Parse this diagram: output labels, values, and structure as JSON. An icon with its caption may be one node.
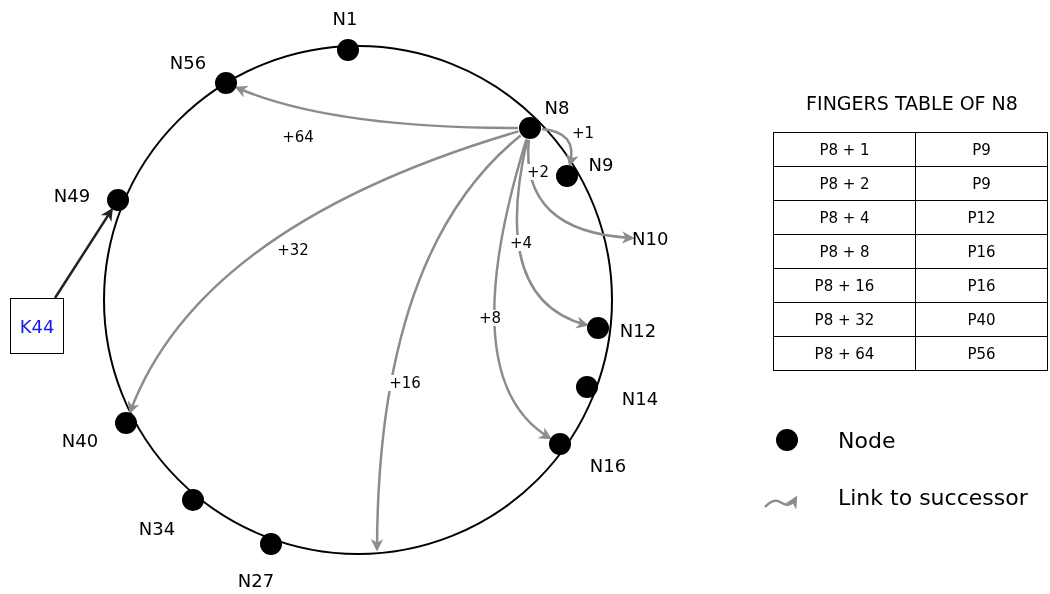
{
  "diagram": {
    "nodes": [
      {
        "text": [],
        "shape": "circle",
        "beside": [
          "N1"
        ]
      },
      {
        "text": [],
        "shape": "circle",
        "beside": [
          "N56"
        ]
      },
      {
        "text": [],
        "shape": "circle",
        "beside": [
          "N8"
        ]
      },
      {
        "text": [],
        "shape": "circle",
        "beside": [
          "N9"
        ]
      },
      {
        "text": [
          "N10"
        ]
      },
      {
        "text": [],
        "shape": "circle",
        "beside": [
          "N49"
        ]
      },
      {
        "text": [
          "K44"
        ]
      },
      {
        "text": [],
        "shape": "circle",
        "beside": [
          "N12"
        ]
      },
      {
        "text": [],
        "shape": "circle",
        "beside": [
          "N14"
        ]
      },
      {
        "text": [],
        "shape": "circle",
        "beside": [
          "N40"
        ]
      },
      {
        "text": [],
        "shape": "circle",
        "beside": [
          "N16"
        ]
      },
      {
        "text": [],
        "shape": "circle",
        "beside": [
          "N34"
        ]
      },
      {
        "text": [],
        "shape": "circle",
        "beside": [
          "N27"
        ]
      }
    ],
    "edges": [
      {
        "from": 2,
        "to": 1,
        "arrow": "to",
        "label": "+64"
      },
      {
        "from": 2,
        "to": 3,
        "arrow": "to",
        "label": "+1"
      },
      {
        "from": 2,
        "to": 4,
        "arrow": "to",
        "label": "+2"
      },
      {
        "from": 2,
        "to": 7,
        "arrow": "to",
        "label": "+4"
      },
      {
        "from": 2,
        "to": 10,
        "arrow": "to",
        "label": "+8"
      },
      {
        "from": 2,
        "to": null,
        "arrow": "to",
        "label": "+16"
      },
      {
        "from": 2,
        "to": 9,
        "arrow": "to",
        "label": "+32"
      },
      {
        "from": 6,
        "to": 5,
        "arrow": "to",
        "color": "#222222"
      }
    ],
    "labels": [
      "FINGERS TABLE OF N8",
      "P8 + 1",
      "P9",
      "P8 + 2",
      "P9",
      "P8 + 4",
      "P12",
      "P8 + 8",
      "P16",
      "P8 + 16",
      "P16",
      "P8 + 32",
      "P40",
      "P8 + 64",
      "P56"
    ],
    "legend": [
      {
        "text": "Node"
      },
      {
        "text": "Link to successor"
      }
    ]
  }
}
